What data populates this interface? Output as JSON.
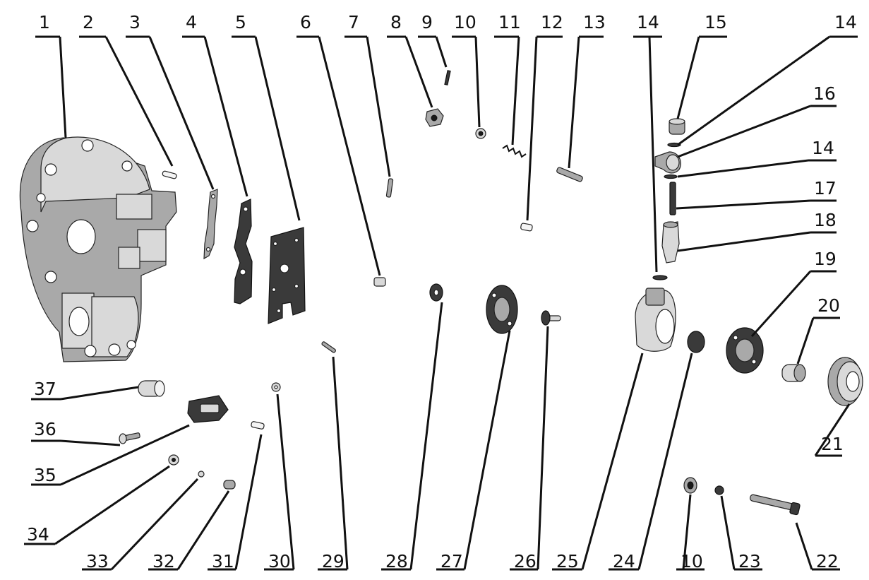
{
  "callouts": [
    {
      "id": "c1",
      "label": "1"
    },
    {
      "id": "c2",
      "label": "2"
    },
    {
      "id": "c3",
      "label": "3"
    },
    {
      "id": "c4",
      "label": "4"
    },
    {
      "id": "c5",
      "label": "5"
    },
    {
      "id": "c6",
      "label": "6"
    },
    {
      "id": "c7",
      "label": "7"
    },
    {
      "id": "c8",
      "label": "8"
    },
    {
      "id": "c9",
      "label": "9"
    },
    {
      "id": "c10a",
      "label": "10"
    },
    {
      "id": "c11",
      "label": "11"
    },
    {
      "id": "c12",
      "label": "12"
    },
    {
      "id": "c13",
      "label": "13"
    },
    {
      "id": "c14a",
      "label": "14"
    },
    {
      "id": "c15",
      "label": "15"
    },
    {
      "id": "c14b",
      "label": "14"
    },
    {
      "id": "c16",
      "label": "16"
    },
    {
      "id": "c14c",
      "label": "14"
    },
    {
      "id": "c17",
      "label": "17"
    },
    {
      "id": "c18",
      "label": "18"
    },
    {
      "id": "c19",
      "label": "19"
    },
    {
      "id": "c20",
      "label": "20"
    },
    {
      "id": "c21",
      "label": "21"
    },
    {
      "id": "c22",
      "label": "22"
    },
    {
      "id": "c23",
      "label": "23"
    },
    {
      "id": "c10b",
      "label": "10"
    },
    {
      "id": "c24",
      "label": "24"
    },
    {
      "id": "c25",
      "label": "25"
    },
    {
      "id": "c26",
      "label": "26"
    },
    {
      "id": "c27",
      "label": "27"
    },
    {
      "id": "c28",
      "label": "28"
    },
    {
      "id": "c29",
      "label": "29"
    },
    {
      "id": "c30",
      "label": "30"
    },
    {
      "id": "c31",
      "label": "31"
    },
    {
      "id": "c32",
      "label": "32"
    },
    {
      "id": "c33",
      "label": "33"
    },
    {
      "id": "c34",
      "label": "34"
    },
    {
      "id": "c35",
      "label": "35"
    },
    {
      "id": "c36",
      "label": "36"
    },
    {
      "id": "c37",
      "label": "37"
    }
  ]
}
